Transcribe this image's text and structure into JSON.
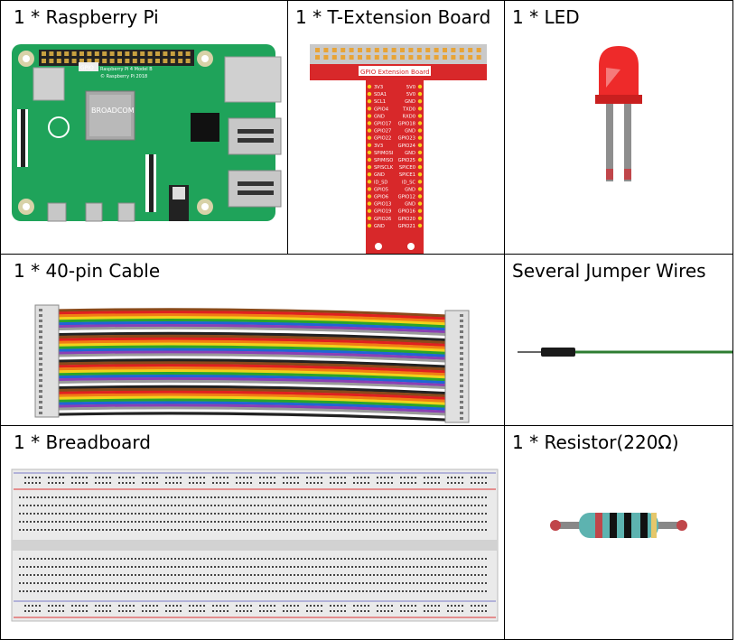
{
  "components": {
    "raspberry_pi": {
      "label": "1 * Raspberry Pi",
      "board_title": "Raspberry Pi 4 Model B",
      "board_copyright": "© Raspberry Pi 2018",
      "chip_text": "BROADCOM",
      "gpio_text": "GPIO"
    },
    "t_extension_board": {
      "label": "1 * T-Extension Board",
      "header_text": "GPIO Extension Board",
      "left_pins": [
        "3V3",
        "SDA1",
        "SCL1",
        "GPIO4",
        "GND",
        "GPIO17",
        "GPIO27",
        "GPIO22",
        "3V3",
        "SPIMOSI",
        "SPIMISO",
        "SPISCLK",
        "GND",
        "ID_SD",
        "GPIO5",
        "GPIO6",
        "GPIO13",
        "GPIO19",
        "GPIO26",
        "GND"
      ],
      "right_pins": [
        "5V0",
        "5V0",
        "GND",
        "TXD0",
        "RXD0",
        "GPIO18",
        "GND",
        "GPIO23",
        "GPIO24",
        "GND",
        "GPIO25",
        "SPICE0",
        "SPICE1",
        "ID_SC",
        "GND",
        "GPIO12",
        "GND",
        "GPIO16",
        "GPIO20",
        "GPIO21"
      ]
    },
    "led": {
      "label": "1 * LED"
    },
    "cable": {
      "label": "1 * 40-pin Cable"
    },
    "jumper_wires": {
      "label": "Several Jumper Wires"
    },
    "breadboard": {
      "label": "1 * Breadboard"
    },
    "resistor": {
      "label": "1 * Resistor(220Ω)"
    }
  },
  "colors": {
    "pcb_green": "#1fa35a",
    "ext_board_red": "#d8282a",
    "led_red": "#ee2a2a",
    "wire_green": "#2e7d32",
    "rail_red": "#d33",
    "rail_blue": "#33a"
  },
  "cable_stripes": [
    "#8a4a1a",
    "#e02020",
    "#f07d14",
    "#f2d21a",
    "#2aa52a",
    "#1e66d6",
    "#8b3fb5",
    "#9a9a9a",
    "#ffffff",
    "#222222"
  ]
}
